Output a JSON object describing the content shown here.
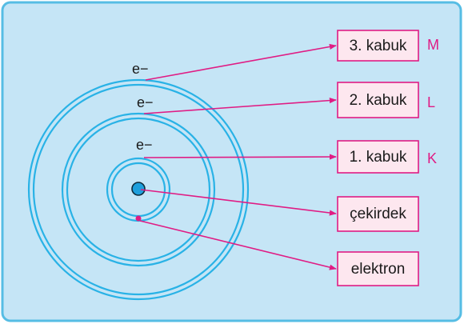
{
  "diagram": {
    "electron_symbol": "e−",
    "labels": [
      {
        "text": "3. kabuk",
        "tag": "M"
      },
      {
        "text": "2. kabuk",
        "tag": "L"
      },
      {
        "text": "1. kabuk",
        "tag": "K"
      },
      {
        "text": "çekirdek",
        "tag": ""
      },
      {
        "text": "elektron",
        "tag": ""
      }
    ],
    "colors": {
      "panel_bg": "#c5e5f6",
      "panel_border": "#56bde4",
      "orbit": "#29b2e6",
      "pointer": "#e01c84",
      "nucleus": "#1e9fdc",
      "box_bg": "#fde7ef",
      "box_border": "#e01c84"
    }
  }
}
